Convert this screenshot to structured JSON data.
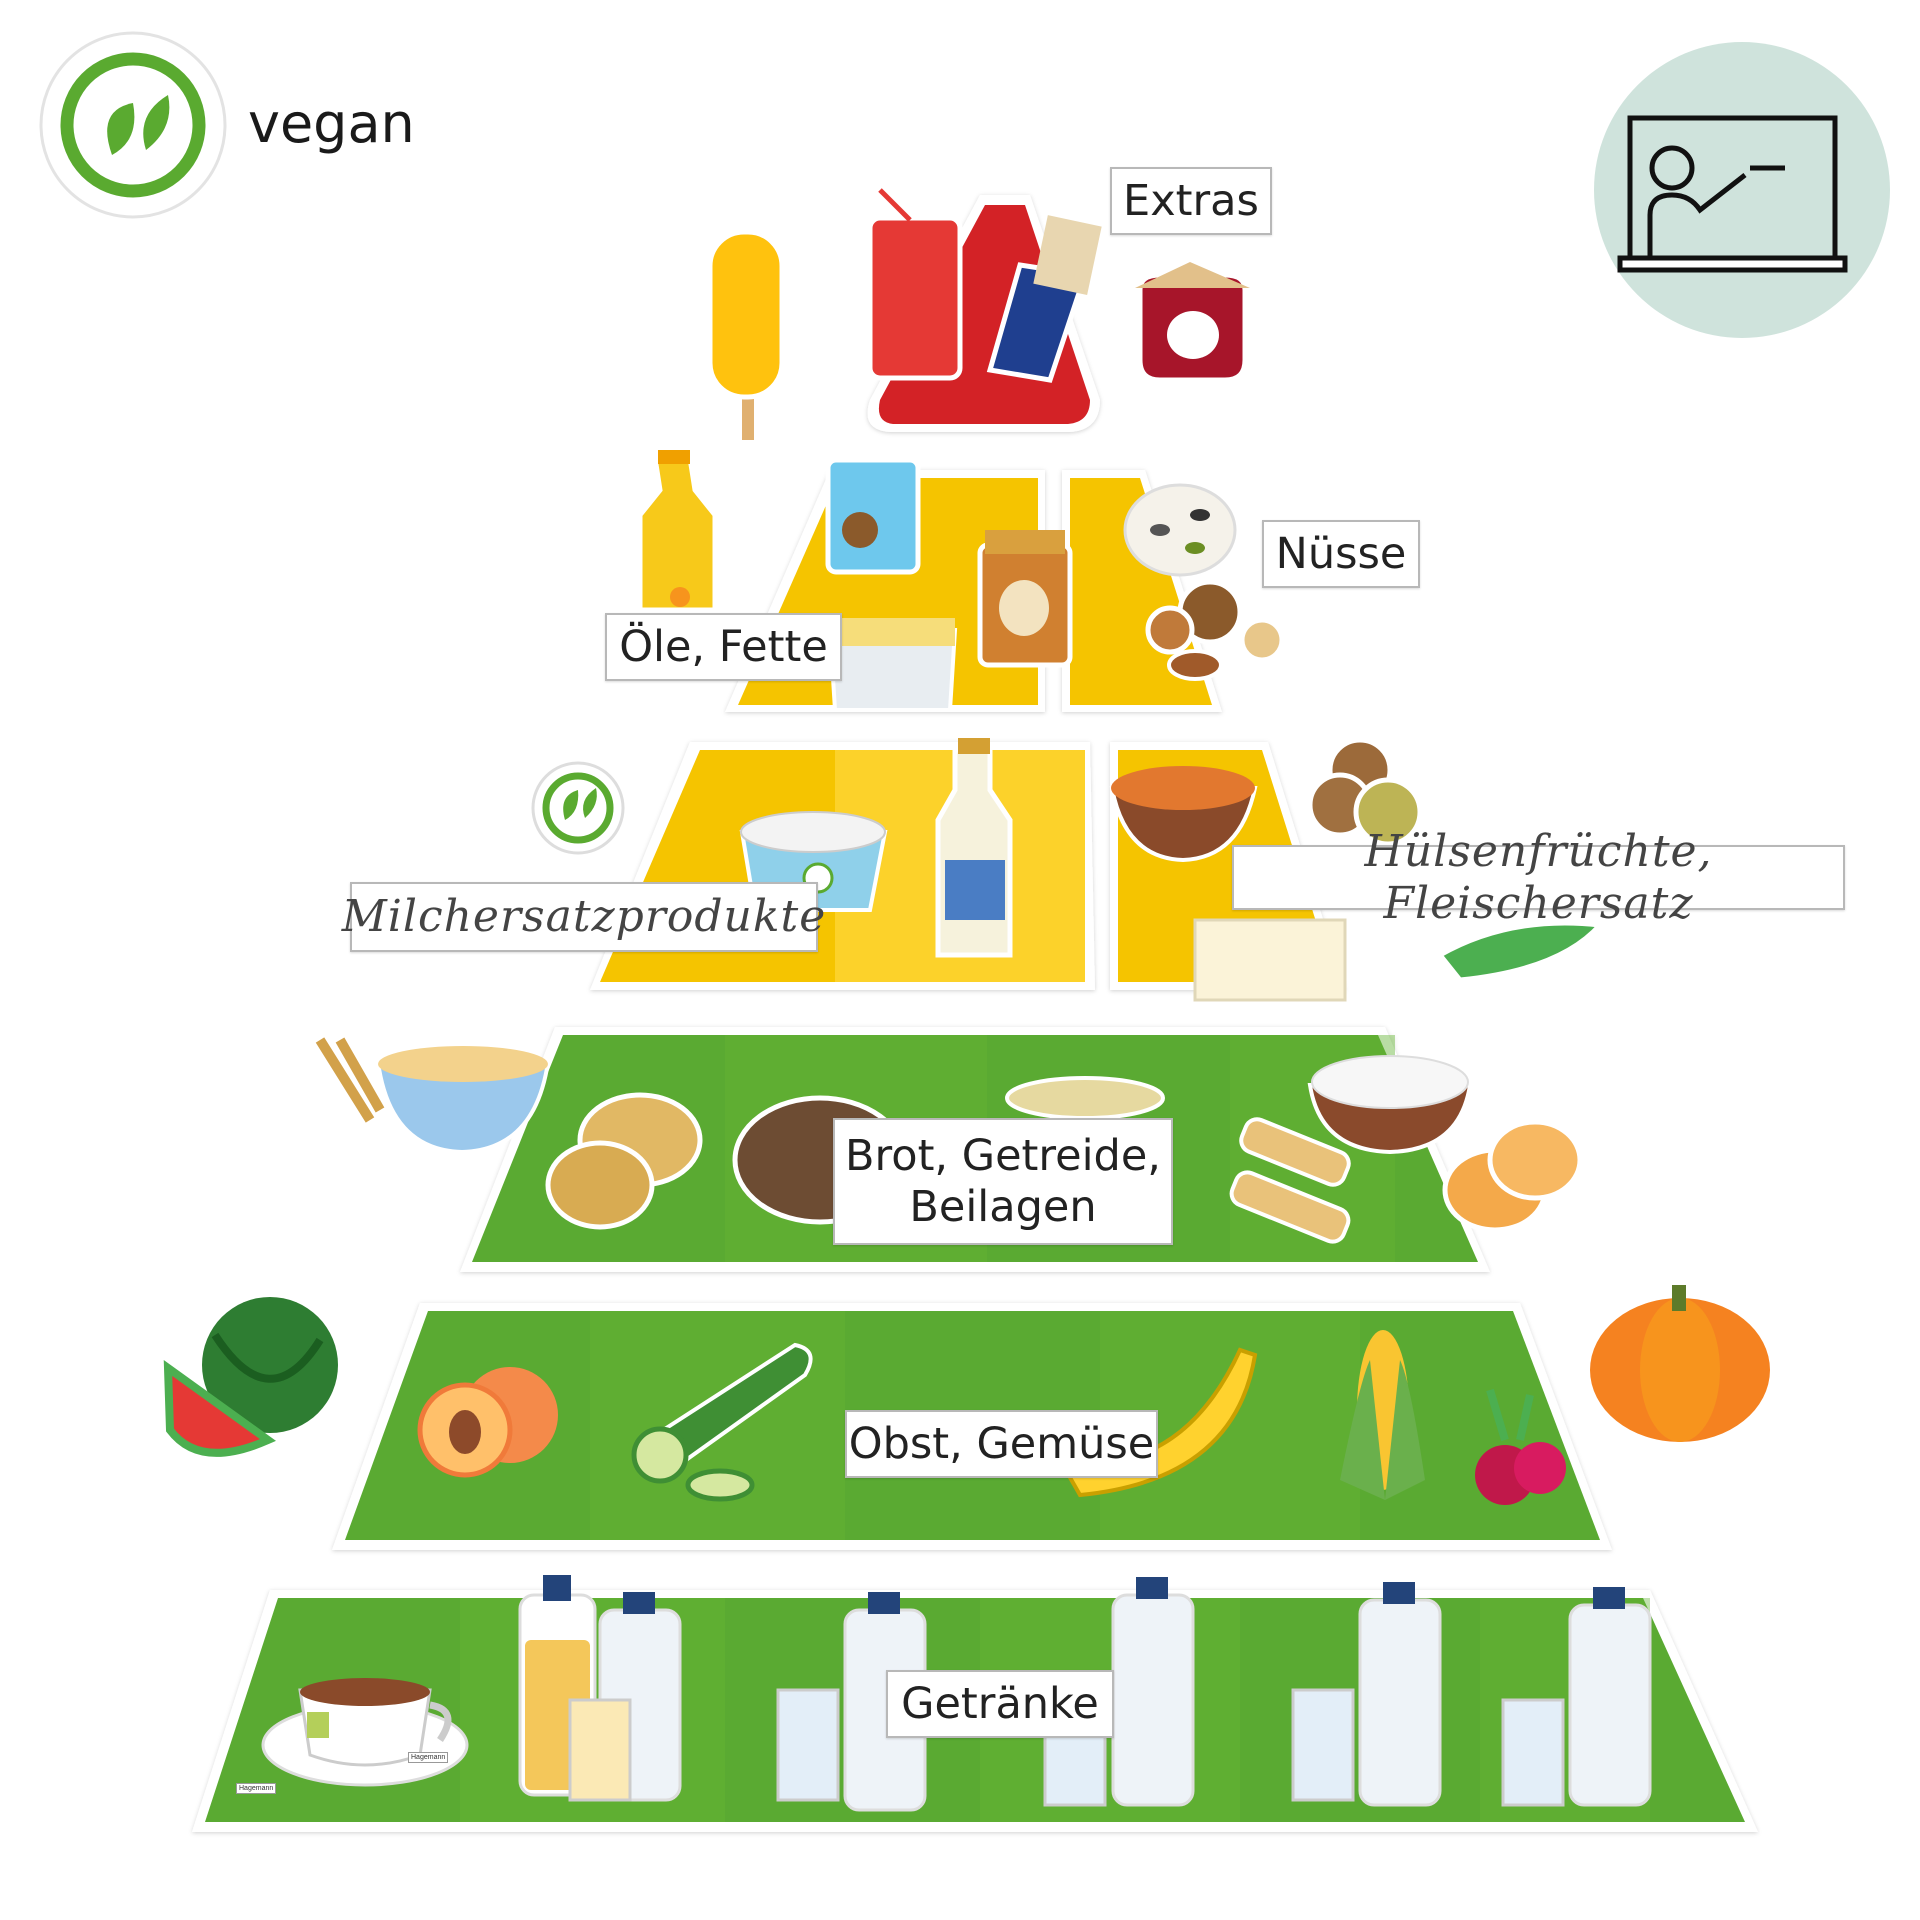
{
  "header": {
    "vegan_label": "vegan",
    "vegan_badge_icon": "leaf-icon",
    "teacher_icon": "teacher-presentation-icon"
  },
  "pyramid": {
    "levels": [
      {
        "label": "Extras",
        "color": "#d32027",
        "items": [
          "ice-lolly",
          "soda-can",
          "cereal-bar",
          "jam-jar"
        ]
      },
      {
        "label": "Öle, Fette",
        "color": "#f5c400",
        "items": [
          "oil-bottle",
          "coconut-milk-can",
          "margarine-tub"
        ]
      },
      {
        "label": "Nüsse",
        "color": "#f5c400",
        "items": [
          "peanut-butter-jar",
          "seeds",
          "nuts"
        ]
      },
      {
        "label": "Milchersatzprodukte",
        "color": "#f5c400",
        "items": [
          "plant-yogurt",
          "oat-milk-bottle"
        ]
      },
      {
        "label": "Hülsenfrüchte, Fleischersatz",
        "color": "#f5c400",
        "items": [
          "lentil-bowl",
          "falafel",
          "tofu",
          "peas"
        ]
      },
      {
        "label_line1": "Brot, Getreide,",
        "label_line2": "Beilagen",
        "color": "#5aaa30",
        "items": [
          "oatmeal-bowl",
          "wheat",
          "potatoes",
          "bread",
          "couscous",
          "rice-bowl",
          "pasta",
          "bread-rolls"
        ]
      },
      {
        "label": "Obst, Gemüse",
        "color": "#5aaa30",
        "items": [
          "watermelon",
          "peach",
          "zucchini",
          "banana",
          "corn",
          "radish",
          "pumpkin"
        ]
      },
      {
        "label": "Getränke",
        "color": "#5aaa30",
        "items": [
          "tea-cup",
          "apple-juice",
          "water-bottles",
          "water-glasses"
        ]
      }
    ]
  },
  "brand": {
    "small_logo_1": "Hagemann",
    "small_logo_2": "Hagemann"
  },
  "colors": {
    "green": "#5aaa30",
    "green_dark": "#4a9a26",
    "yellow": "#f5c400",
    "yellow_light": "#ffd83a",
    "red": "#d32027",
    "teal_circle": "#cfe3dc"
  }
}
